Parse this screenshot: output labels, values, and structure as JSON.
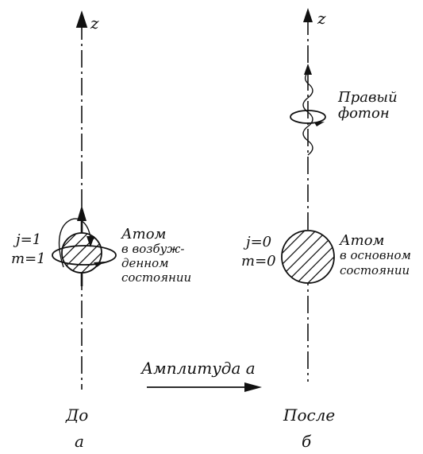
{
  "figure": {
    "left_panel": {
      "axis_label": "z",
      "j_label": "j=1",
      "m_label": "m=1",
      "state_lines": [
        "Атом",
        "в возбуж-",
        "денном",
        "состоянии"
      ],
      "caption": "До",
      "letter": "а"
    },
    "right_panel": {
      "axis_label": "z",
      "j_label": "j=0",
      "m_label": "m=0",
      "state_lines": [
        "Атом",
        "в основном",
        "состоянии"
      ],
      "photon_lines": [
        "Правый",
        "фотон"
      ],
      "caption": "После",
      "letter": "б"
    },
    "arrow_label": "Амплитуда a"
  }
}
